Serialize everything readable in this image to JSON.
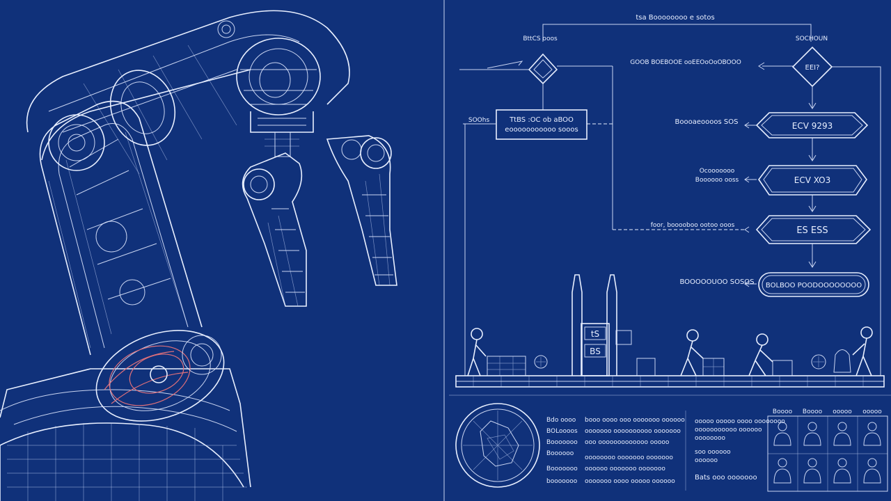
{
  "colors": {
    "background": "#10317a",
    "line": "#e8efff",
    "accent_red": "#e0707a"
  },
  "flowchart": {
    "top_label": "tsa Boooooooo e sotos",
    "left_title": "BttCS ooos",
    "right_title": "SOCHOUN",
    "left_diamond": "",
    "right_diamond": "EEI?",
    "mid_label": "GOOB BOEBOOE ooEEOoOoOBOOO",
    "box": {
      "line1": "TtBS :OC ob aBOO",
      "line2": "eooooooooooo sooos"
    },
    "box_side_label": "SOOhs",
    "hex1": "ECV 9293",
    "hex1_label": "Boooaeoooos SOS",
    "hex2": "ECV XO3",
    "hex2_label": [
      "Ocooooooo",
      "Boooooo ooss"
    ],
    "hex3": "ES ESS",
    "dashed_label": "foor, booooboo ootoo ooos",
    "pill": "BOLBOO POODOOOOOOOO",
    "pill_label": "BOOOOOUOO SOSOS"
  },
  "machine_labels": [
    "tS",
    "BS"
  ],
  "legend": {
    "col1": [
      "Bdo oooo",
      "BOLoooos",
      "Booooooo",
      "Boooooo",
      "Booooooo",
      "booooooo"
    ],
    "col2": [
      "booo oooo ooo ooooooo oooooo",
      "ooooooo oooooooooo ooooooo",
      "ooo ooooooooooooo ooooo",
      "oooooooo ooooooo ooooooo",
      "oooooo ooooooo ooooooo",
      "ooooooo oooo ooooo oooooo"
    ],
    "col3": [
      "ooooo ooooo oooo oooooooo",
      "ooooooooooo oooooo",
      "oooooooo",
      "soo oooooo",
      "oooooo",
      "Bats ooo ooooooo"
    ]
  },
  "icon_grid": {
    "labels": [
      "Boooo",
      "Boooo",
      "ooooo",
      "ooooo"
    ]
  }
}
